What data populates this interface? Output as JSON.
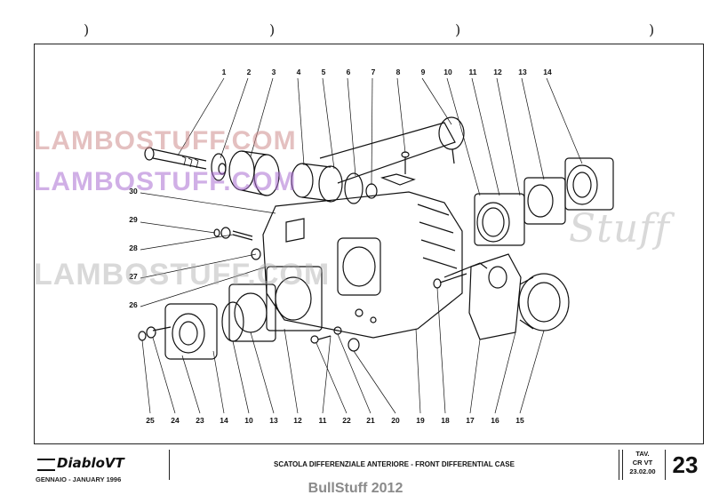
{
  "watermarks": [
    "LAMBOSTUFF.COM",
    "LAMBOSTUFF.COM",
    "LAMBOSTUFF.COM",
    "Stuff"
  ],
  "diagram": {
    "callouts_top": [
      "1",
      "2",
      "3",
      "4",
      "5",
      "6",
      "7",
      "8",
      "9",
      "10",
      "11",
      "12",
      "13",
      "14"
    ],
    "callouts_left": [
      "30",
      "29",
      "28",
      "27",
      "26"
    ],
    "callouts_bottom": [
      "25",
      "24",
      "23",
      "14",
      "10",
      "13",
      "12",
      "11",
      "22",
      "21",
      "20",
      "19",
      "18",
      "17",
      "16",
      "15"
    ]
  },
  "titleblock": {
    "logo": "DiabloVT",
    "date": "GENNAIO - JANUARY 1996",
    "title": "SCATOLA DIFFERENZIALE ANTERIORE - FRONT DIFFERENTIAL CASE",
    "tav_label": "TAV.",
    "tav_code": "CR VT",
    "tav_date": "23.02.00",
    "tav_number": "23"
  },
  "footer": "BullStuff 2012",
  "colors": {
    "line": "#111111",
    "footer": "#8a8a8a"
  }
}
